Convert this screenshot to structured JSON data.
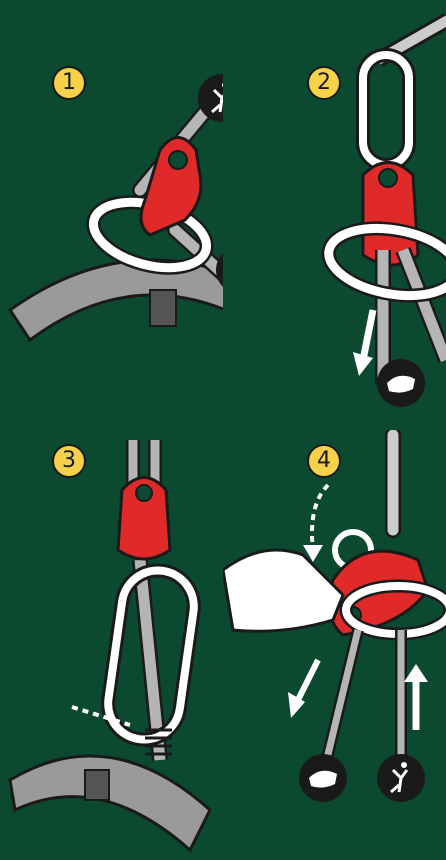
{
  "steps": [
    {
      "number": "1"
    },
    {
      "number": "2"
    },
    {
      "number": "3"
    },
    {
      "number": "4"
    }
  ],
  "icons": {
    "climber": "climber-icon",
    "belayer_hand": "belay-hand-icon",
    "arrow_up": "arrow-up-icon",
    "arrow_down": "arrow-down-icon",
    "dotted_arrow": "dotted-arrow-icon"
  },
  "colors": {
    "background": "#0b4a30",
    "device_red": "#e02a2a",
    "rope_gray": "#b5b5b5",
    "harness_gray": "#9a9a9a",
    "badge_yellow": "#f6d24a",
    "outline": "#1a1a1a",
    "white": "#ffffff"
  }
}
